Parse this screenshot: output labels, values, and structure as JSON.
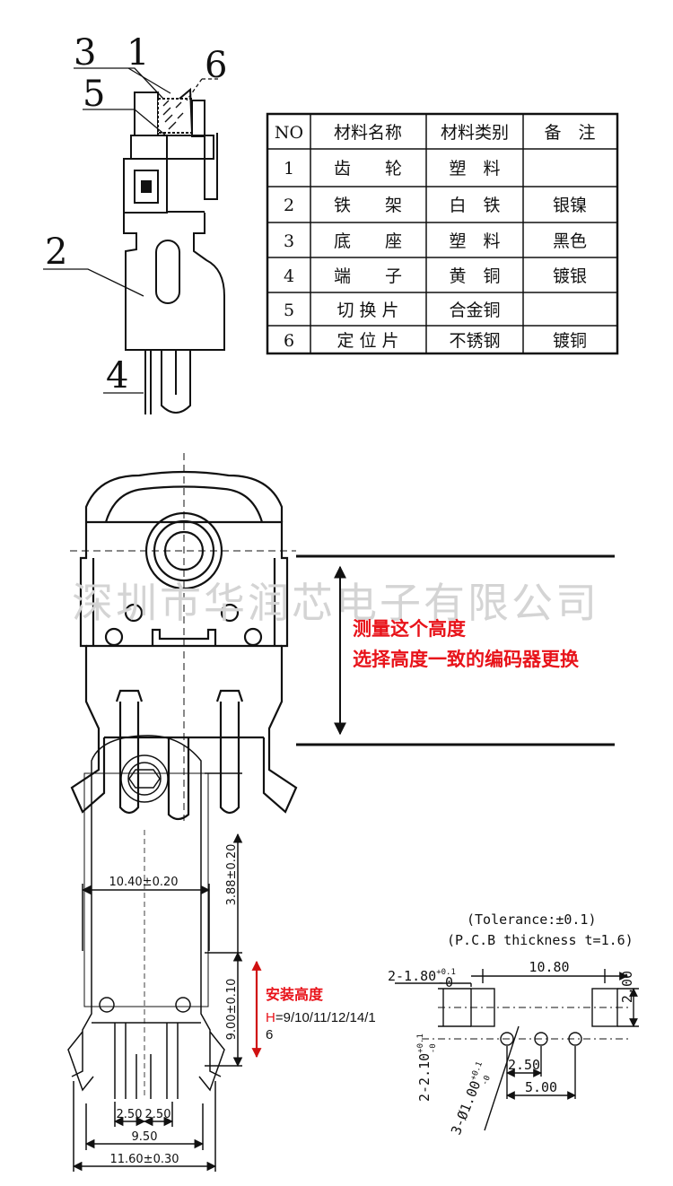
{
  "section1": {
    "callouts": [
      "3",
      "1",
      "6",
      "5",
      "2",
      "4"
    ],
    "table": {
      "headers": [
        "NO",
        "材料名称",
        "材料类别",
        "备　注"
      ],
      "rows": [
        [
          "1",
          "齿　　轮",
          "塑　料",
          ""
        ],
        [
          "2",
          "铁　　架",
          "白　铁",
          "银镍"
        ],
        [
          "3",
          "底　　座",
          "塑　料",
          "黑色"
        ],
        [
          "4",
          "端　　子",
          "黄　铜",
          "镀银"
        ],
        [
          "5",
          "切 换 片",
          "合金铜",
          ""
        ],
        [
          "6",
          "定 位 片",
          "不锈钢",
          "镀铜"
        ]
      ]
    }
  },
  "section2": {
    "watermark": "深圳市华润芯电子有限公司",
    "note_line1": "测量这个高度",
    "note_line2": "选择高度一致的编码器更换"
  },
  "section3": {
    "dims": {
      "width_top": "10.40±0.20",
      "height_top": "3.88±0.20",
      "height_mid": "9.00±0.10",
      "pitch_a": "2.50",
      "pitch_b": "2.50",
      "width_pins": "9.50",
      "width_total": "11.60±0.30"
    },
    "note_title": "安装高度",
    "note_h_prefix": "H",
    "note_h_values": "=9/10/11/12/14/1",
    "note_h_values_2": "6",
    "tolerance": "(Tolerance:±0.1)",
    "pcb": "(P.C.B thickness t=1.6)",
    "pcb_dims": {
      "slot": "2-1.80",
      "slot_tol_plus": "+0.1",
      "slot_tol_minus": "-0",
      "span": "10.80",
      "height": "2.00",
      "slot_h": "2-2.10",
      "slot_h_tol_plus": "+0.1",
      "slot_h_tol_minus": "-0",
      "hole": "3-Ø1.00",
      "hole_tol_plus": "+0.1",
      "hole_tol_minus": "-0",
      "pitch": "2.50",
      "pitch2": "5.00"
    }
  }
}
